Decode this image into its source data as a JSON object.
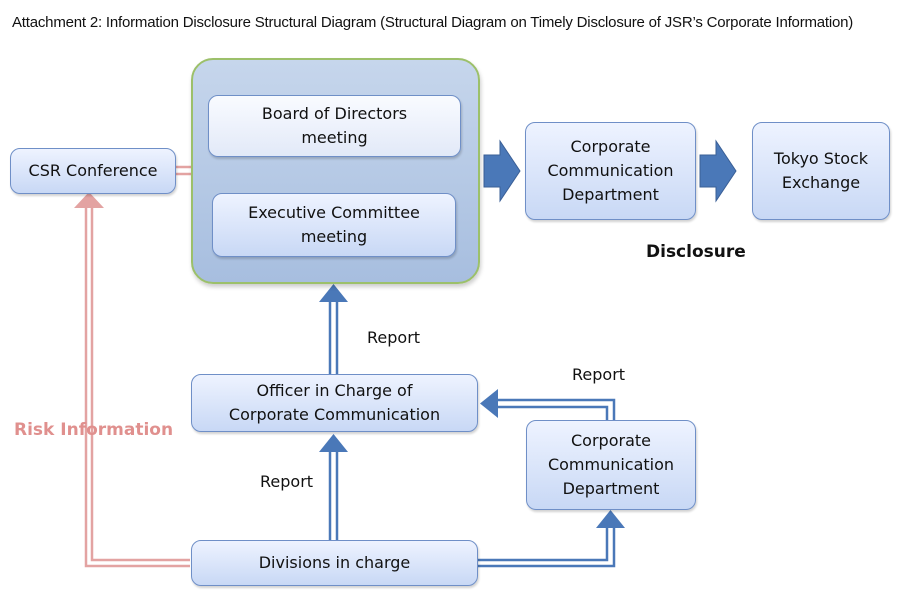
{
  "title": "Attachment 2: Information Disclosure Structural Diagram (Structural Diagram on Timely Disclosure of JSR’s Corporate Information)",
  "nodes": {
    "csr_conference": "CSR Conference",
    "board_meeting": "Board of Directors\nmeeting",
    "executive_meeting": "Executive Committee\nmeeting",
    "corp_comm_top": "Corporate\nCommunication\nDepartment",
    "tokyo_exchange": "Tokyo Stock\nExchange",
    "officer": "Officer in Charge of\nCorporate Communication",
    "corp_comm_bottom": "Corporate\nCommunication\nDepartment",
    "divisions": "Divisions in charge"
  },
  "labels": {
    "disclosure": "Disclosure",
    "report_upper": "Report",
    "report_right": "Report",
    "report_lower": "Report",
    "risk_information": "Risk Information"
  },
  "colors": {
    "blue_arrow": "#4a78b8",
    "risk_arrow": "#e3a3a2",
    "group_border": "#9cc06a"
  }
}
